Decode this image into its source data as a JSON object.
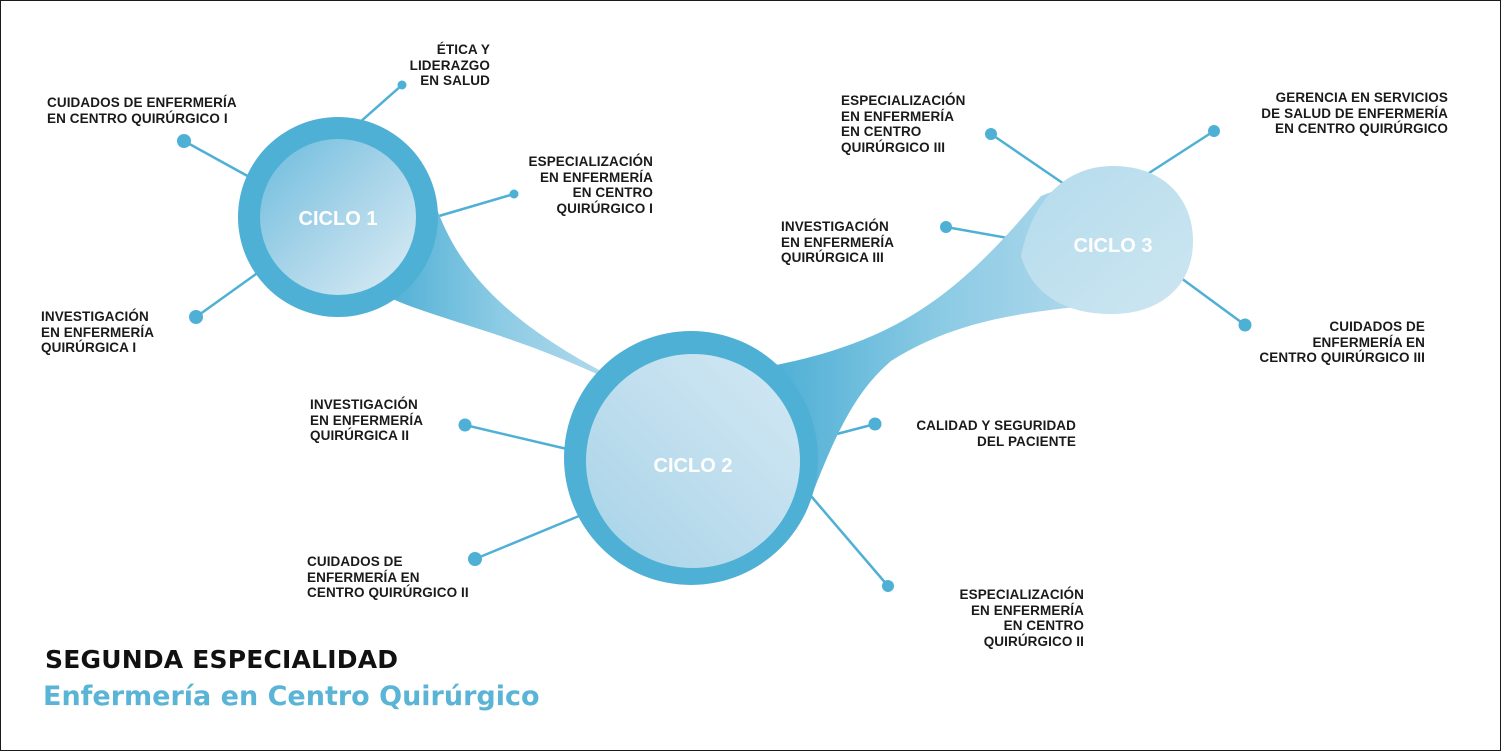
{
  "colors": {
    "accent": "#4fb0d5",
    "light": "#c9e3f1",
    "text": "#1a1a1a"
  },
  "cycles": [
    {
      "label": "CICLO 1"
    },
    {
      "label": "CICLO 2"
    },
    {
      "label": "CICLO 3"
    }
  ],
  "courses": {
    "ciclo1": [
      "CUIDADOS DE ENFERMERÍA\nEN CENTRO QUIRÚRGICO I",
      "ÉTICA Y\nLIDERAZGO\nEN SALUD",
      "ESPECIALIZACIÓN\nEN ENFERMERÍA\nEN CENTRO\nQUIRÚRGICO I",
      "INVESTIGACIÓN\nEN ENFERMERÍA\nQUIRÚRGICA I"
    ],
    "ciclo2": [
      "INVESTIGACIÓN\nEN ENFERMERÍA\nQUIRÚRGICA II",
      "CUIDADOS DE\nENFERMERÍA EN\nCENTRO QUIRÚRGICO II",
      "CALIDAD Y SEGURIDAD\nDEL PACIENTE",
      "ESPECIALIZACIÓN\nEN ENFERMERÍA\nEN CENTRO\nQUIRÚRGICO II"
    ],
    "ciclo3": [
      "ESPECIALIZACIÓN\nEN ENFERMERÍA\nEN CENTRO\nQUIRÚRGICO III",
      "GERENCIA EN SERVICIOS\nDE SALUD DE ENFERMERÍA\nEN CENTRO QUIRÚRGICO",
      "INVESTIGACIÓN\nEN ENFERMERÍA\nQUIRÚRGICA III",
      "CUIDADOS DE\nENFERMERÍA EN\nCENTRO QUIRÚRGICO III"
    ]
  },
  "title": "SEGUNDA ESPECIALIDAD",
  "subtitle": "Enfermería en Centro Quirúrgico"
}
